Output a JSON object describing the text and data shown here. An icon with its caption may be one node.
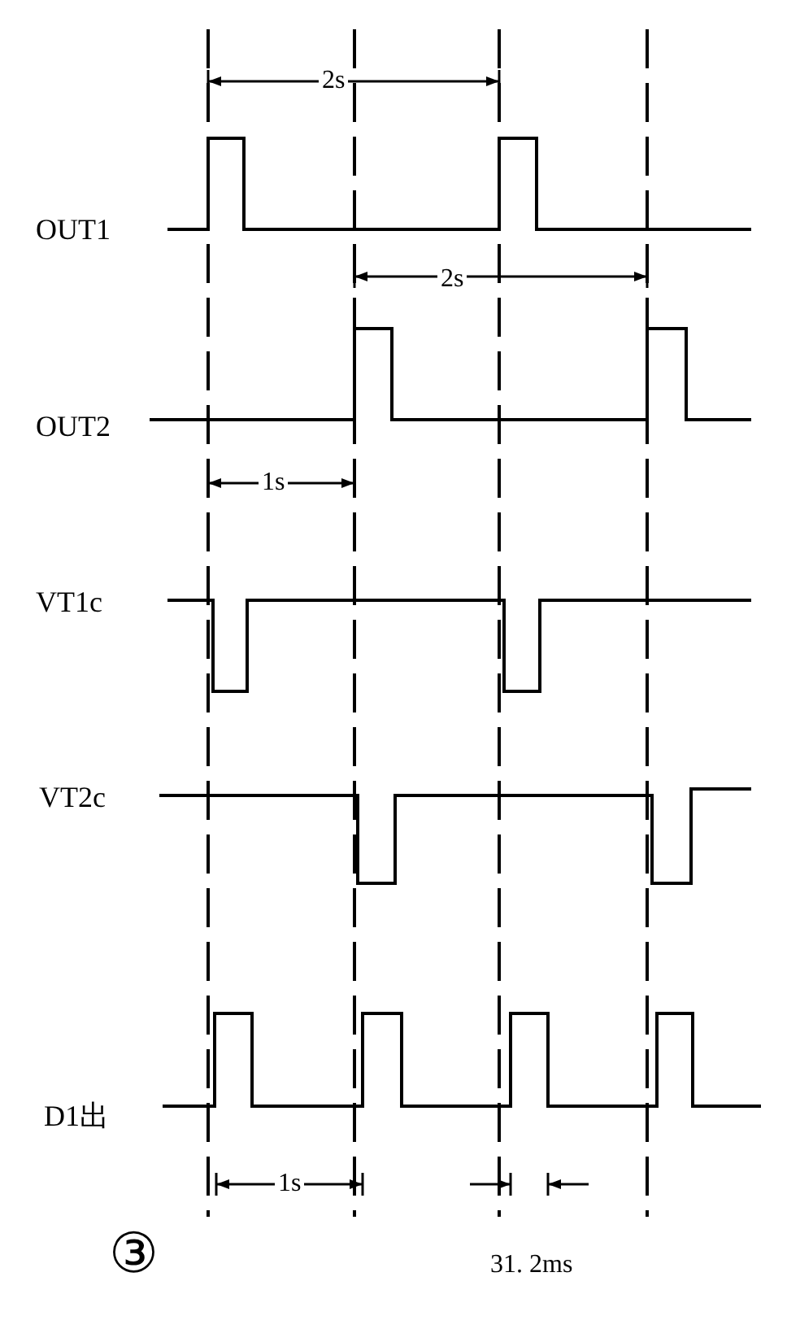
{
  "diagram": {
    "labels": [
      "2s",
      "OUT1",
      "2s",
      "OUT2",
      "1s",
      "VT1c",
      "VT2c",
      "D1出",
      "1s",
      "31. 2ms",
      "③"
    ]
  }
}
